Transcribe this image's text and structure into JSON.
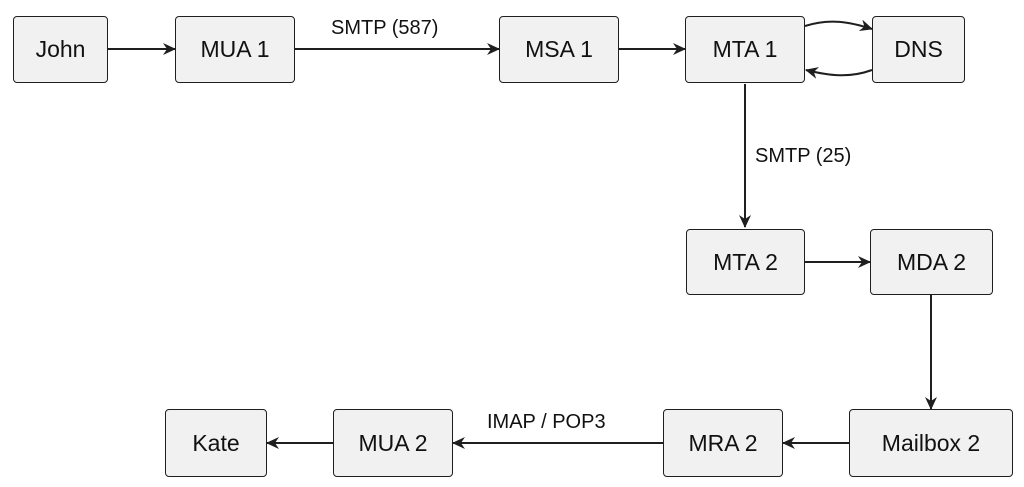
{
  "nodes": {
    "john": "John",
    "mua1": "MUA 1",
    "msa1": "MSA 1",
    "mta1": "MTA 1",
    "dns": "DNS",
    "mta2": "MTA 2",
    "mda2": "MDA 2",
    "mailbox2": "Mailbox 2",
    "mra2": "MRA 2",
    "mua2": "MUA 2",
    "kate": "Kate"
  },
  "edge_labels": {
    "mua1_msa1": "SMTP (587)",
    "mta1_mta2": "SMTP (25)",
    "mra2_mua2": "IMAP / POP3"
  },
  "colors": {
    "node_fill": "#f1f1f1",
    "node_border": "#1f1f1f",
    "edge": "#1f1f1f",
    "text": "#111111"
  }
}
